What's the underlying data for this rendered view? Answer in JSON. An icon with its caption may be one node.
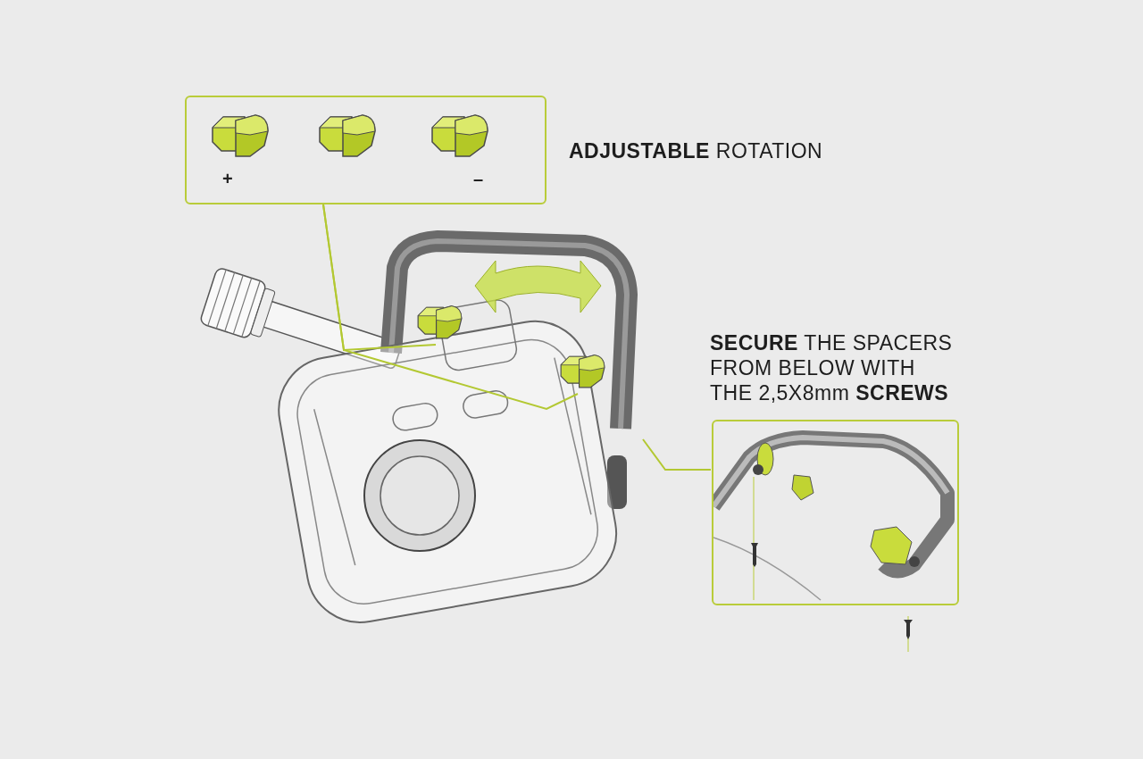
{
  "diagram": {
    "nodes": [
      {
        "text": [
          "**ADJUSTABLE** ROTATION"
        ]
      },
      {
        "text": [],
        "shape": "picture",
        "in": 0,
        "beside": [
          "+"
        ]
      },
      {
        "text": [],
        "shape": "picture",
        "in": 0
      },
      {
        "text": [],
        "shape": "picture",
        "in": 0,
        "beside": [
          "–"
        ]
      },
      {
        "text": [],
        "shape": "picture"
      },
      {
        "text": [],
        "shape": "picture",
        "in": 4
      },
      {
        "text": [],
        "shape": "picture",
        "in": 4
      },
      {
        "text": [
          "**SECURE** THE SPACERS FROM BELOW WITH THE 2,5X8mm **SCREWS**"
        ]
      }
    ],
    "edges": [
      {
        "from": 0,
        "to": 5,
        "arrow": "none"
      },
      {
        "from": 0,
        "to": 6,
        "arrow": "none"
      },
      {
        "from": 4,
        "to": 7,
        "arrow": "none"
      }
    ]
  }
}
